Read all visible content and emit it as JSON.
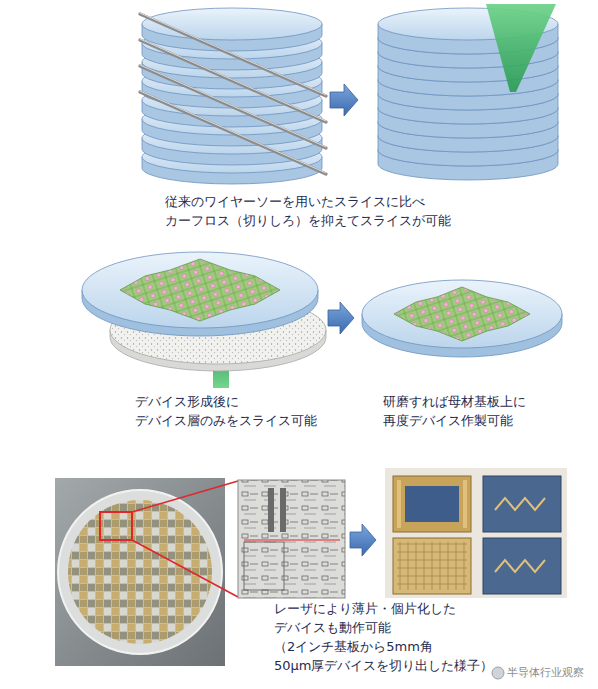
{
  "diagram": {
    "labels": [
      "従来のワイヤーソーを用いたスライスに比べ カーフロス（切りしろ）を抑えてスライスが可能",
      "デバイス形成後に デバイス層のみをスライス可能",
      "研磨すれば母材基板上に 再度デバイス作製可能",
      "レーザにより薄片・個片化した デバイスも動作可能 （2インチ基板から5mm角 50μm厚デバイスを切り出した様子）",
      "半导体行业观察"
    ]
  }
}
